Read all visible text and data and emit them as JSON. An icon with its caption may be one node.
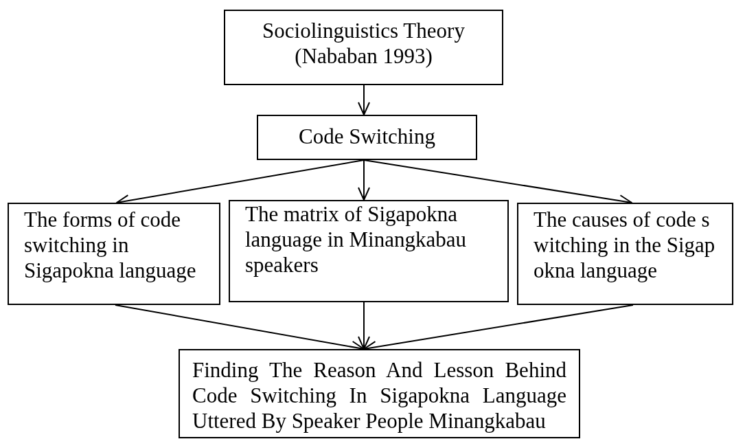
{
  "diagram": {
    "nodes": [
      {
        "text": [
          "Sociolinguistics Theory (Nababan 1993)"
        ]
      },
      {
        "text": [
          "Code Switching"
        ]
      },
      {
        "text": [
          "The forms of code switching in Sigapokna language"
        ]
      },
      {
        "text": [
          "The matrix of Sigapokna language in Minangkabau speakers"
        ]
      },
      {
        "text": [
          "The causes of code s witching in the Sigap okna language"
        ]
      },
      {
        "text": [
          "Finding The Reason And Lesson Behind Code Switching In Sigapokna Language Uttered By Speaker People Minangkabau"
        ]
      }
    ],
    "edges": [
      {
        "from": 0,
        "to": 1,
        "arrow": "to"
      },
      {
        "from": 1,
        "to": 2,
        "arrow": "to"
      },
      {
        "from": 1,
        "to": 3,
        "arrow": "to"
      },
      {
        "from": 1,
        "to": 4,
        "arrow": "to"
      },
      {
        "from": 2,
        "to": 5,
        "arrow": "to"
      },
      {
        "from": 3,
        "to": 5,
        "arrow": "to"
      },
      {
        "from": 4,
        "to": 5,
        "arrow": "to"
      }
    ]
  }
}
